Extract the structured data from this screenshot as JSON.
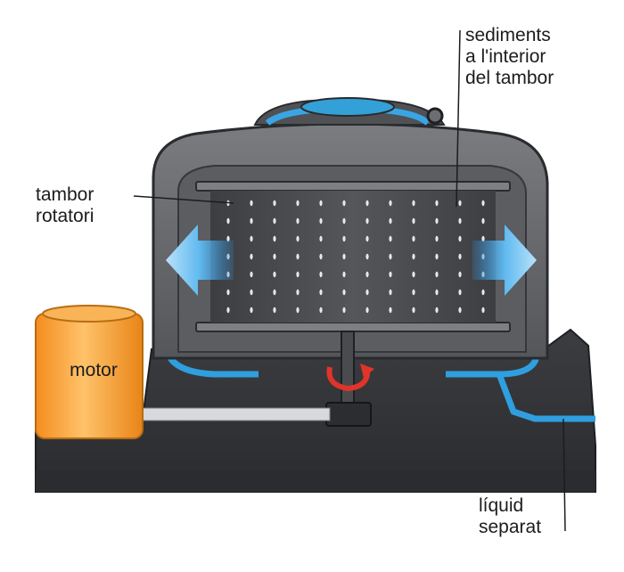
{
  "labels": {
    "sediments": [
      "sediments",
      "a l'interior",
      "del tambor"
    ],
    "tambor": [
      "tambor",
      "rotatori"
    ],
    "motor": "motor",
    "liquid": [
      "líquid",
      "separat"
    ]
  },
  "colors": {
    "housing": "#3a3b3f",
    "lid": "#6c6e72",
    "drum": "#4b4c50",
    "liquid": "#2f9fe0",
    "arrow": "#5db8ee",
    "motor": "#f6a23a",
    "rotation": "#e0342b"
  },
  "icons": {
    "rotation": "rotation-arrow-icon",
    "flow": "flow-arrow-icon"
  }
}
